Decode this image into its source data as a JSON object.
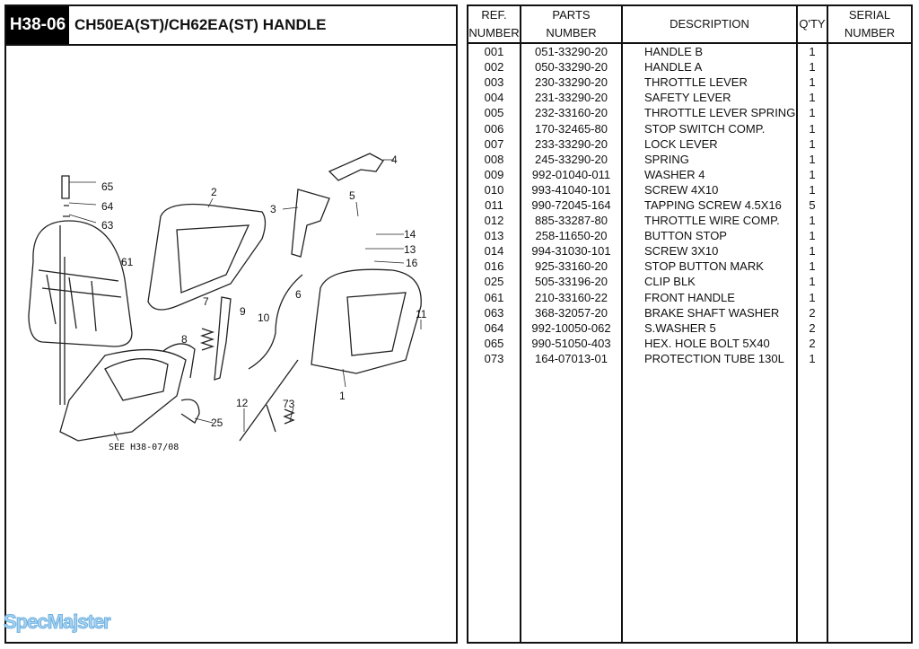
{
  "header": {
    "code": "H38-06",
    "title": "CH50EA(ST)/CH62EA(ST)  HANDLE"
  },
  "diagram": {
    "callouts": [
      "65",
      "64",
      "63",
      "61",
      "2",
      "3",
      "4",
      "5",
      "14",
      "13",
      "16",
      "7",
      "9",
      "10",
      "8",
      "6",
      "11",
      "1",
      "12",
      "73",
      "25"
    ],
    "see_note": "SEE H38-07/08"
  },
  "table": {
    "headers": {
      "ref": [
        "REF.",
        "NUMBER"
      ],
      "parts": [
        "PARTS",
        "NUMBER"
      ],
      "desc": "DESCRIPTION",
      "qty": "Q'TY",
      "serial": [
        "SERIAL",
        "NUMBER"
      ]
    },
    "rows": [
      [
        "001",
        "051-33290-20",
        "HANDLE B",
        "1"
      ],
      [
        "002",
        "050-33290-20",
        "HANDLE A",
        "1"
      ],
      [
        "003",
        "230-33290-20",
        "THROTTLE LEVER",
        "1"
      ],
      [
        "004",
        "231-33290-20",
        "SAFETY LEVER",
        "1"
      ],
      [
        "005",
        "232-33160-20",
        "THROTTLE LEVER SPRING",
        "1"
      ],
      [
        "006",
        "170-32465-80",
        "STOP SWITCH COMP.",
        "1"
      ],
      [
        "007",
        "233-33290-20",
        "LOCK LEVER",
        "1"
      ],
      [
        "008",
        "245-33290-20",
        "SPRING",
        "1"
      ],
      [
        "009",
        "992-01040-011",
        "WASHER 4",
        "1"
      ],
      [
        "010",
        "993-41040-101",
        "SCREW 4X10",
        "1"
      ],
      [
        "011",
        "990-72045-164",
        "TAPPING SCREW 4.5X16",
        "5"
      ],
      [
        "012",
        "885-33287-80",
        "THROTTLE WIRE COMP.",
        "1"
      ],
      [
        "013",
        "258-11650-20",
        "BUTTON STOP",
        "1"
      ],
      [
        "014",
        "994-31030-101",
        "SCREW 3X10",
        "1"
      ],
      [
        "016",
        "925-33160-20",
        "STOP BUTTON MARK",
        "1"
      ],
      [
        "025",
        "505-33196-20",
        "CLIP BLK",
        "1"
      ],
      [
        "061",
        "210-33160-22",
        "FRONT HANDLE",
        "1"
      ],
      [
        "063",
        "368-32057-20",
        "BRAKE SHAFT WASHER",
        "2"
      ],
      [
        "064",
        "992-10050-062",
        "S.WASHER 5",
        "2"
      ],
      [
        "065",
        "990-51050-403",
        "HEX. HOLE BOLT 5X40",
        "2"
      ],
      [
        "073",
        "164-07013-01",
        "PROTECTION TUBE 130L",
        "1"
      ]
    ]
  },
  "watermark": "SpecMajster"
}
